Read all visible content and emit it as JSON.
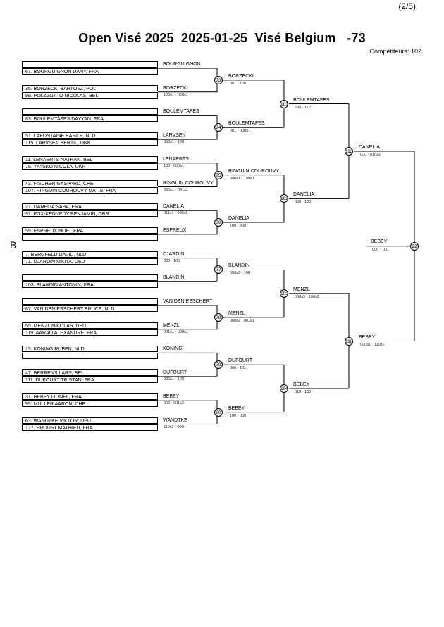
{
  "header": {
    "page_number": "(2/5)",
    "title": "Open Visé 2025  2025-01-25  Visé Belgium   -73",
    "competitors": "Compétiteurs: 102"
  },
  "pool_label": "B",
  "entries": [
    {
      "top": "",
      "bottom": "67. BOURGUIGNON DANY, FRA"
    },
    {
      "top": "35. BORZECKI BARTOSZ, POL",
      "bottom": "99. POLZZOTTO NICOLAS, BEL"
    },
    {
      "top": "",
      "bottom": "83. BOULEMTAFES DAYYAN, FRA"
    },
    {
      "top": "51. LAFONTAINE BASILE, NLD",
      "bottom": "115. LARVSEN BERTIL, DNK"
    },
    {
      "top": "11. LENAERTS NATHAN, BEL",
      "bottom": "75. YATSKO NICOLA, UKR"
    },
    {
      "top": "43. FISCHER GASPARD, CHE",
      "bottom": "107. RINGUIN COUROUVY MATIS, FRA"
    },
    {
      "top": "27. DANELIA SABA, FRA",
      "bottom": "91. FOX-KENNEDY BENJAMIN, GBR"
    },
    {
      "top": "59. ESPREUX NOE , FRA",
      "bottom": ""
    },
    {
      "top": "7. BERGFELD DAVID, NLD",
      "bottom": "71. DJARDIN NIKITA, DEU"
    },
    {
      "top": "",
      "bottom": "103. BLANDIN ANTONIN, FRA"
    },
    {
      "top": "",
      "bottom": "87. VAN DEN ESSCHERT BRUCE, NLD"
    },
    {
      "top": "55. MENZL NIKOLAS, DEU",
      "bottom": "119. AARAO ALEXANDRE, FRA"
    },
    {
      "top": "15. KONING RUBEN, NLD",
      "bottom": ""
    },
    {
      "top": "47. BERRENS LARS, BEL",
      "bottom": "111. DUFOURT TRISTAN, FRA"
    },
    {
      "top": "31. BEBEY LIONEL, FRA",
      "bottom": "95. MÜLLER AARON, CHE"
    },
    {
      "top": "63. WANDTKE VIKTOR, DEU",
      "bottom": "127. PROUST MATHIEU, FRA"
    }
  ],
  "round1": [
    {
      "winner": "BOURGUIGNON",
      "score": ""
    },
    {
      "winner": "BORZECKI",
      "score": "100s1 · 000s1"
    },
    {
      "winner": "BOULEMTAFES",
      "score": ""
    },
    {
      "winner": "LARVSEN",
      "score": "000s1 · 100"
    },
    {
      "winner": "LENAERTS",
      "score": "100 · 000s1"
    },
    {
      "winner": "RINGUIN COUROUVY",
      "score": "000s1 · 001s1"
    },
    {
      "winner": "DANELIA",
      "score": "011s1 · 000s2"
    },
    {
      "winner": "ESPREUX",
      "score": ""
    },
    {
      "winner": "DJARDIN",
      "score": "000 · 100"
    },
    {
      "winner": "BLANDIN",
      "score": ""
    },
    {
      "winner": "VAN DEN ESSCHERT",
      "score": ""
    },
    {
      "winner": "MENZL",
      "score": "001s1 · 000s1"
    },
    {
      "winner": "KONING",
      "score": ""
    },
    {
      "winner": "DUFOURT",
      "score": "000s1 · 100"
    },
    {
      "winner": "BEBEY",
      "score": "002 · 001s2"
    },
    {
      "winner": "WANDTKE",
      "score": "110s2 · 000"
    }
  ],
  "round2": [
    {
      "num": "73",
      "winner": "BORZECKI",
      "score": "001 · 100"
    },
    {
      "num": "74",
      "winner": "BOULEMTAFES",
      "score": "001 · 000s1"
    },
    {
      "num": "75",
      "winner": "RINGUIN COUROUVY",
      "score": "000s1 · 100s1"
    },
    {
      "num": "76",
      "winner": "DANELIA",
      "score": "100 · 000"
    },
    {
      "num": "77",
      "winner": "BLANDIN",
      "score": "000s3 · 100"
    },
    {
      "num": "78",
      "winner": "MENZL",
      "score": "000s2 · 001s1"
    },
    {
      "num": "79",
      "winner": "DUFOURT",
      "score": "000 · 101"
    },
    {
      "num": "80",
      "winner": "BEBEY",
      "score": "100 · 000"
    }
  ],
  "round3": [
    {
      "num": "101",
      "winner": "BOULEMTAFES",
      "score": "000 · 112"
    },
    {
      "num": "102",
      "winner": "DANELIA",
      "score": "000 · 100"
    },
    {
      "num": "103",
      "winner": "MENZL",
      "score": "000s3 · 100s2"
    },
    {
      "num": "104",
      "winner": "BEBEY",
      "score": "010 · 100"
    }
  ],
  "round4": [
    {
      "num": "115",
      "winner": "DANELIA",
      "score": "000 · 010s2"
    },
    {
      "num": "116",
      "winner": "BEBEY",
      "score": "000s1 · 110s1"
    }
  ],
  "final": {
    "num": "22",
    "winner": "BEBEY",
    "score": "000 · 100"
  }
}
